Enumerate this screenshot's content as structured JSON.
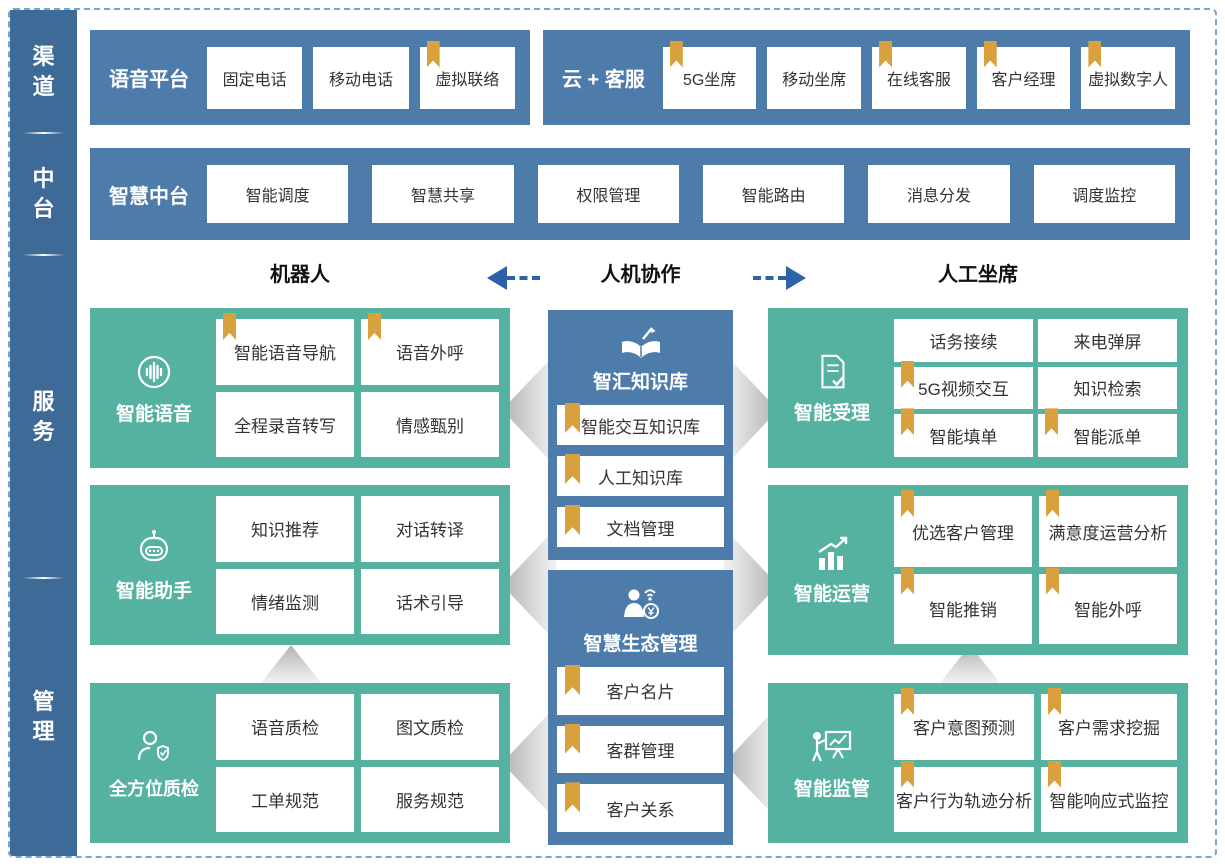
{
  "colors": {
    "sidebar_blue": "#3e6a98",
    "panel_blue": "#4d7cab",
    "panel_green": "#55b1a0",
    "bookmark_gold": "#d8a13e",
    "arrow_blue": "#2d62a8",
    "dash_border": "#77a5d2",
    "card_text": "#333333",
    "header_text": "#111111",
    "triangle_gray": "#b3b3b3"
  },
  "sidebar": {
    "sections": [
      {
        "label": "渠道"
      },
      {
        "label": "中台"
      },
      {
        "label": "服务"
      },
      {
        "label": "管理"
      }
    ]
  },
  "top_rows": [
    {
      "label": "语音平台",
      "cards": [
        {
          "label": "固定电话",
          "bookmark": false
        },
        {
          "label": "移动电话",
          "bookmark": false
        },
        {
          "label": "虚拟联络",
          "bookmark": true
        }
      ]
    },
    {
      "label": "云 + 客服",
      "cards": [
        {
          "label": "5G坐席",
          "bookmark": true
        },
        {
          "label": "移动坐席",
          "bookmark": false
        },
        {
          "label": "在线客服",
          "bookmark": true
        },
        {
          "label": "客户经理",
          "bookmark": true
        },
        {
          "label": "虚拟数字人",
          "bookmark": true
        }
      ]
    },
    {
      "label": "智慧中台",
      "cards": [
        {
          "label": "智能调度",
          "bookmark": false
        },
        {
          "label": "智慧共享",
          "bookmark": false
        },
        {
          "label": "权限管理",
          "bookmark": false
        },
        {
          "label": "智能路由",
          "bookmark": false
        },
        {
          "label": "消息分发",
          "bookmark": false
        },
        {
          "label": "调度监控",
          "bookmark": false
        }
      ]
    }
  ],
  "collab_header": {
    "left": "机器人",
    "center": "人机协作",
    "right": "人工坐席"
  },
  "service_columns": {
    "left": [
      {
        "title": "智能语音",
        "icon": "voice-wave-icon",
        "cards": [
          {
            "label": "智能语音导航",
            "bookmark": true
          },
          {
            "label": "语音外呼",
            "bookmark": true
          },
          {
            "label": "全程录音转写",
            "bookmark": false
          },
          {
            "label": "情感甄别",
            "bookmark": false
          }
        ]
      },
      {
        "title": "智能助手",
        "icon": "robot-icon",
        "cards": [
          {
            "label": "知识推荐",
            "bookmark": false
          },
          {
            "label": "对话转译",
            "bookmark": false
          },
          {
            "label": "情绪监测",
            "bookmark": false
          },
          {
            "label": "话术引导",
            "bookmark": false
          }
        ]
      },
      {
        "title": "全方位质检",
        "icon": "quality-inspector-icon",
        "cards": [
          {
            "label": "语音质检",
            "bookmark": false
          },
          {
            "label": "图文质检",
            "bookmark": false
          },
          {
            "label": "工单规范",
            "bookmark": false
          },
          {
            "label": "服务规范",
            "bookmark": false
          }
        ]
      }
    ],
    "center": [
      {
        "title": "智汇知识库",
        "icon": "knowledge-book-icon",
        "cards": [
          {
            "label": "智能交互知识库",
            "bookmark": true
          },
          {
            "label": "人工知识库",
            "bookmark": true
          },
          {
            "label": "文档管理",
            "bookmark": true
          }
        ]
      },
      {
        "title": "智慧生态管理",
        "icon": "ecosystem-person-icon",
        "cards": [
          {
            "label": "客户名片",
            "bookmark": true
          },
          {
            "label": "客群管理",
            "bookmark": true
          },
          {
            "label": "客户关系",
            "bookmark": true
          }
        ]
      }
    ],
    "right": [
      {
        "title": "智能受理",
        "icon": "ticket-check-icon",
        "cards": [
          {
            "label": "话务接续",
            "bookmark": false
          },
          {
            "label": "来电弹屏",
            "bookmark": false
          },
          {
            "label": "5G视频交互",
            "bookmark": true
          },
          {
            "label": "知识检索",
            "bookmark": false
          },
          {
            "label": "智能填单",
            "bookmark": true
          },
          {
            "label": "智能派单",
            "bookmark": true
          }
        ]
      },
      {
        "title": "智能运营",
        "icon": "growth-chart-icon",
        "cards": [
          {
            "label": "优选客户管理",
            "bookmark": true
          },
          {
            "label": "满意度运营分析",
            "bookmark": true
          },
          {
            "label": "智能推销",
            "bookmark": true
          },
          {
            "label": "智能外呼",
            "bookmark": true
          }
        ]
      },
      {
        "title": "智能监管",
        "icon": "presenter-board-icon",
        "cards": [
          {
            "label": "客户意图预测",
            "bookmark": true
          },
          {
            "label": "客户需求挖掘",
            "bookmark": true
          },
          {
            "label": "客户行为轨迹分析",
            "bookmark": true
          },
          {
            "label": "智能响应式监控",
            "bookmark": true
          }
        ]
      }
    ]
  }
}
